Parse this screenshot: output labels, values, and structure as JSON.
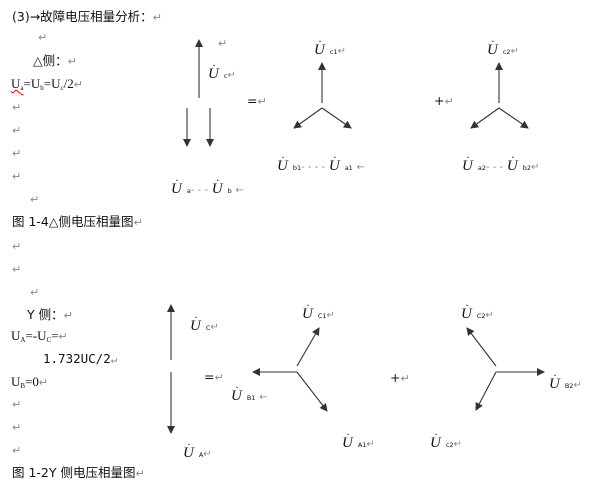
{
  "heading": "(3)→故障电压相量分析：",
  "delta": {
    "title": "△侧：",
    "eq_parts": [
      "U",
      "a",
      "=U",
      "b",
      "=U",
      "c",
      "/2"
    ],
    "caption": "图 1-4△侧电压相量图",
    "labels": {
      "uc": "c",
      "ua": "a",
      "ub": "b",
      "uc1": "c1",
      "ub1": "b1",
      "ua1": "a1",
      "uc2": "c2",
      "ua2": "a2",
      "ub2": "b2"
    },
    "equals": "=",
    "plus": "+",
    "dashes": "- - -",
    "dashes_long": "- - - -"
  },
  "wye": {
    "title": "Y 侧：",
    "eq1_parts": [
      "U",
      "A",
      "=-U",
      "C",
      "="
    ],
    "eq2": "1.732UC/2",
    "eq3_parts": [
      "U",
      "B",
      "=0"
    ],
    "caption": "图 1-2Y 侧电压相量图",
    "labels": {
      "uc": "C",
      "ua": "A",
      "uc1": "C1",
      "ub1": "B1",
      "ua1": "A1",
      "uc2": "C2",
      "ub2": "B2",
      "uc2b": "c2"
    },
    "equals": "=",
    "plus": "+"
  },
  "symbols": {
    "para": "↵",
    "U": "U",
    "arrow_left": "←"
  }
}
